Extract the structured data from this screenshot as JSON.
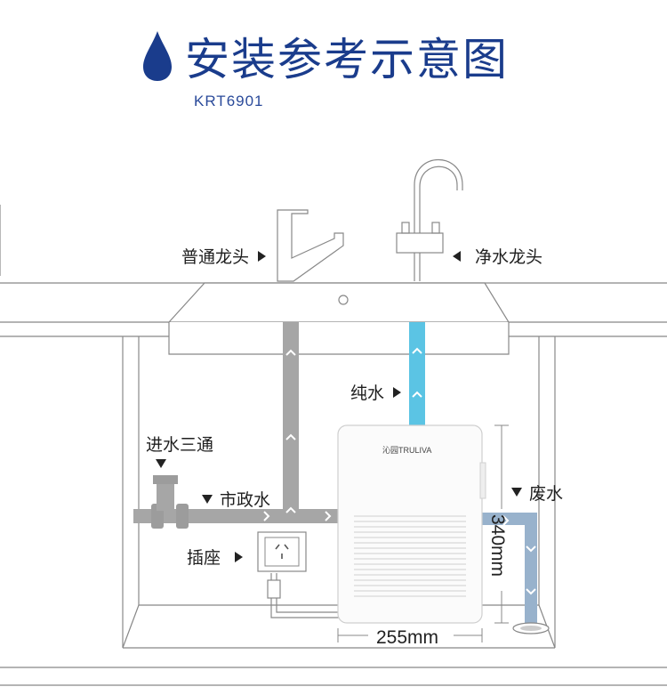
{
  "header": {
    "title": "安装参考示意图",
    "model": "KRT6901",
    "accent_color": "#1a3c8c"
  },
  "labels": {
    "normal_faucet": "普通龙头",
    "pure_faucet": "净水龙头",
    "pure_water": "纯水",
    "tee_inlet": "进水三通",
    "municipal_water": "市政水",
    "waste_water": "废水",
    "socket": "插座",
    "width_dim": "255mm",
    "height_dim": "340mm",
    "brand": "沁园TRULIVA"
  },
  "icons": [
    "water-drop-icon",
    "triangle-pointer-icon"
  ],
  "colors": {
    "pure_water_pipe": "#5bc4e4",
    "waste_water_pipe": "#98b2cc",
    "tap_water_pipe": "#a6a6a6",
    "cabinet_line": "#888888"
  }
}
